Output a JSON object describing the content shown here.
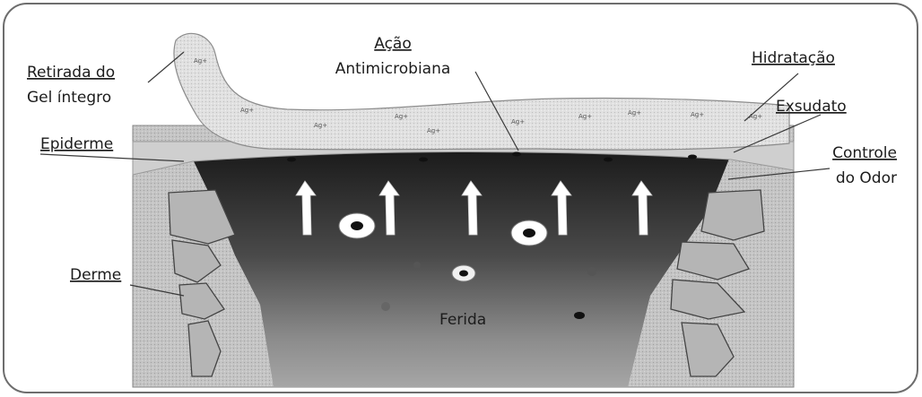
{
  "labels": {
    "retirada_line1": "Retirada do",
    "retirada_line2": "Gel íntegro",
    "acao_line1": "Ação",
    "acao_line2": "Antimicrobiana",
    "hidratacao": "Hidratação",
    "exsudato": "Exsudato",
    "epiderme": "Epiderme",
    "controle_line1": "Controle",
    "controle_line2": "do Odor",
    "derme": "Derme",
    "ferida": "Ferida"
  },
  "gel_ion_text": "Ag+",
  "colors": {
    "frame": "#6d6d6d",
    "gel": "#dcdcdc",
    "tissue": "#bdbdbd",
    "wound_dark": "#1e1e1e",
    "wound_light": "#9a9a9a",
    "text": "#1c1c1c"
  }
}
